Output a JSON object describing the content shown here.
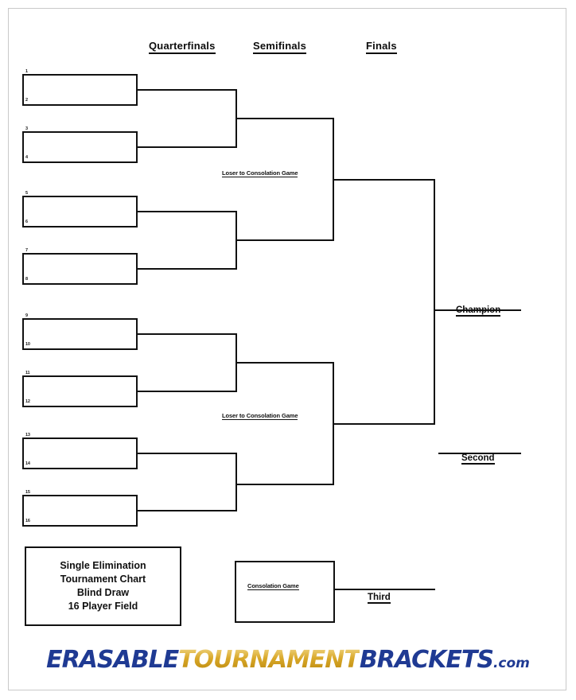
{
  "chart_data": {
    "type": "diagram",
    "title": "Single Elimination Tournament Chart - Blind Draw - 16 Player Field",
    "rounds": [
      "Quarterfinals",
      "Semifinals",
      "Finals"
    ],
    "field_size": 16,
    "first_round_matches": [
      {
        "seeds": [
          "1",
          "2"
        ]
      },
      {
        "seeds": [
          "3",
          "4"
        ]
      },
      {
        "seeds": [
          "5",
          "6"
        ]
      },
      {
        "seeds": [
          "7",
          "8"
        ]
      },
      {
        "seeds": [
          "9",
          "10"
        ]
      },
      {
        "seeds": [
          "11",
          "12"
        ]
      },
      {
        "seeds": [
          "13",
          "14"
        ]
      },
      {
        "seeds": [
          "15",
          "16"
        ]
      }
    ]
  },
  "headers": {
    "quarterfinals": "Quarterfinals",
    "semifinals": "Semifinals",
    "finals": "Finals"
  },
  "seeds": {
    "s1": "1",
    "s2": "2",
    "s3": "3",
    "s4": "4",
    "s5": "5",
    "s6": "6",
    "s7": "7",
    "s8": "8",
    "s9": "9",
    "s10": "10",
    "s11": "11",
    "s12": "12",
    "s13": "13",
    "s14": "14",
    "s15": "15",
    "s16": "16"
  },
  "notes": {
    "loser_upper": "Loser to Consolation Game",
    "loser_lower": "Loser to Consolation Game",
    "consolation_game": "Consolation Game"
  },
  "placements": {
    "champion": "Champion",
    "second": "Second",
    "third": "Third"
  },
  "legend": {
    "line1": "Single Elimination",
    "line2": "Tournament Chart",
    "line3": "Blind Draw",
    "line4": "16 Player Field"
  },
  "logo": {
    "part1": "ERASABLE",
    "part2": "TOURNAMENT",
    "part3": "BRACKETS",
    "part4": ".com",
    "navy": "#1f3a93",
    "gold": "#d9a829"
  }
}
